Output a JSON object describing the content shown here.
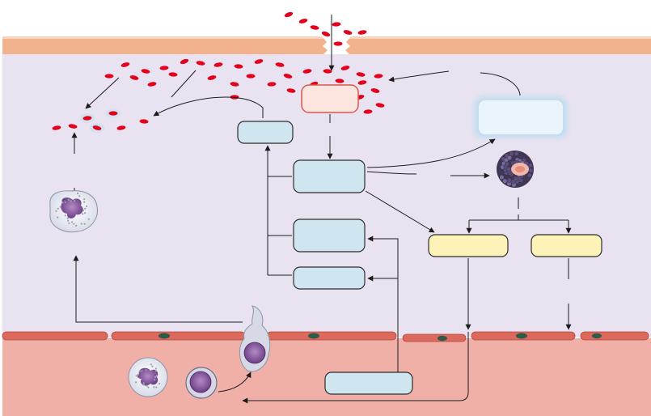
{
  "colors": {
    "background": "#ffffff",
    "tissue": "#e9e3f1",
    "skin_surface": "#f3b28e",
    "skin_edge": "#f7d2bd",
    "blood": "#f1b0a7",
    "endothelium": "#dc6a5c",
    "endothelium_nucleus": "#2f5b4c",
    "bacteria": "#e3001b",
    "blue_box_fill": "#cfe5f0",
    "blue_box_stroke": "#2d2d2d",
    "yellow_box_fill": "#fdf3b9",
    "red_box_fill": "#fde5df",
    "red_box_stroke": "#d7584d",
    "arrow": "#1c1c1c",
    "cell_nucleus": "#8a5a9c"
  },
  "icons": [
    "bacteria-icon",
    "neutrophil-icon",
    "macrophage-icon",
    "monocyte-icon",
    "mast-cell-icon",
    "endothelial-cell-icon",
    "wound-icon"
  ],
  "boxes": [
    {
      "name": "box-pathogen-recognition",
      "color": "red"
    },
    {
      "name": "box-complement",
      "color": "blue"
    },
    {
      "name": "box-mediator-release",
      "color": "blue"
    },
    {
      "name": "box-chemotaxis",
      "color": "blue"
    },
    {
      "name": "box-adhesion",
      "color": "blue"
    },
    {
      "name": "box-systemic-effect",
      "color": "blue-glow"
    },
    {
      "name": "box-vasodilation",
      "color": "yellow"
    },
    {
      "name": "box-permeability",
      "color": "yellow"
    },
    {
      "name": "box-blood-flow",
      "color": "blue"
    }
  ]
}
